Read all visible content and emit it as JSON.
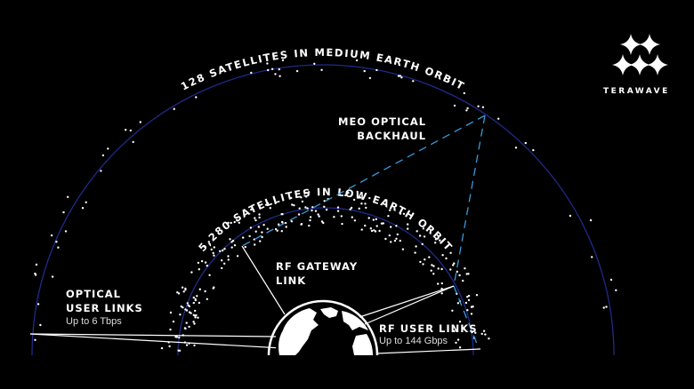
{
  "brand": {
    "name": "TERAWAVE",
    "icon": "four-point-stars-logo"
  },
  "orbits": {
    "meo": {
      "label": "128 SATELLITES IN MEDIUM EARTH ORBIT",
      "color": "#1f2a8a"
    },
    "leo": {
      "label": "5,280 SATELLITES IN LOW EARTH ORBIT",
      "color": "#1f2a8a"
    }
  },
  "links": {
    "meo_backhaul": {
      "line1": "MEO OPTICAL",
      "line2": "BACKHAUL",
      "color": "#3a9ad9"
    },
    "rf_gateway": {
      "line1": "RF GATEWAY",
      "line2": "LINK"
    },
    "optical_user": {
      "line1": "OPTICAL",
      "line2": "USER LINKS",
      "rate": "Up to 6 Tbps"
    },
    "rf_user": {
      "line1": "RF USER LINKS",
      "rate": "Up to 144 Gbps"
    }
  }
}
